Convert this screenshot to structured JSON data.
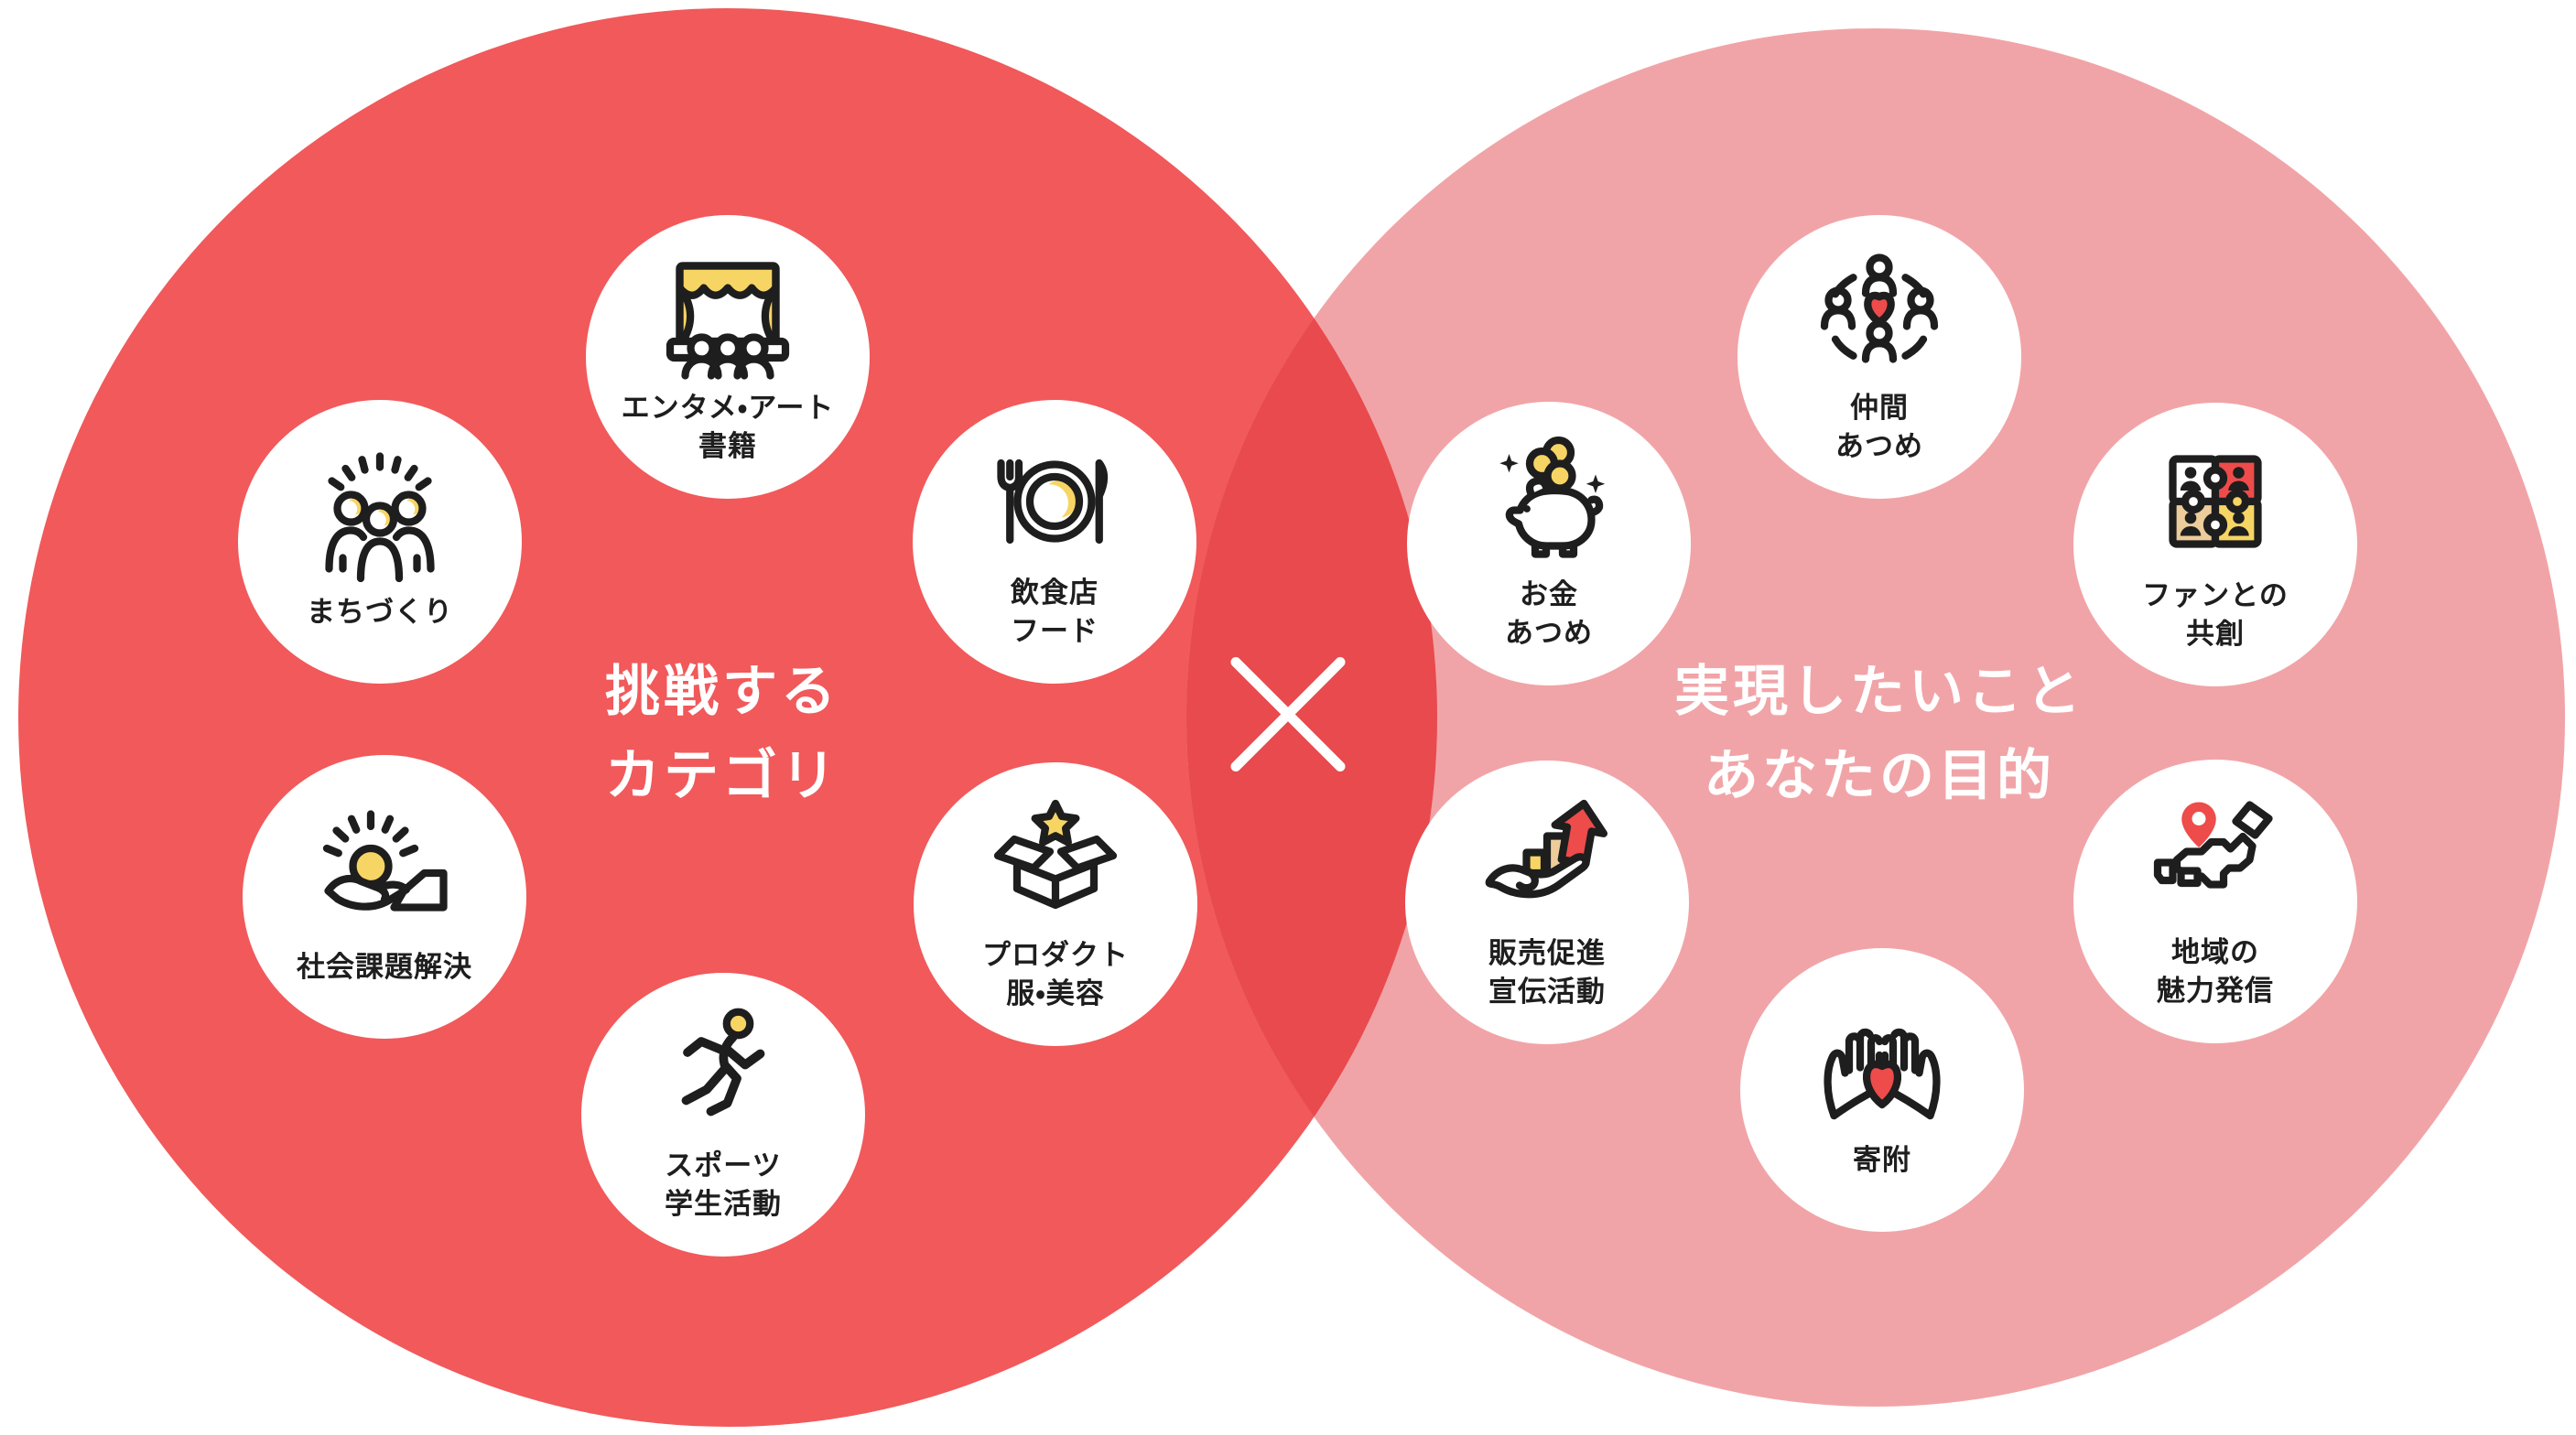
{
  "colors": {
    "left_circle": "#F1595B",
    "right_circle": "#F1A4A7",
    "overlap": "#E84A4E",
    "accent_yellow": "#F7D564",
    "accent_tan": "#EDCC9B",
    "accent_red": "#EE4B4B",
    "icon_stroke": "#1E1E1E",
    "title_text": "#FFFFFF",
    "label_text": "#1E1E1E",
    "background": "#FFFFFF"
  },
  "left_circle": {
    "title": [
      "挑戦する",
      "カテゴリ"
    ],
    "items": [
      {
        "id": "entame",
        "icon": "theater-stage-icon",
        "label": [
          "エンタメ・アート",
          "書籍"
        ]
      },
      {
        "id": "machizukuri",
        "icon": "people-group-icon",
        "label": [
          "まちづくり",
          ""
        ]
      },
      {
        "id": "inshoku",
        "icon": "plate-cutlery-icon",
        "label": [
          "飲食店",
          "フード"
        ]
      },
      {
        "id": "shakai",
        "icon": "hand-sun-icon",
        "label": [
          "社会課題解決",
          ""
        ]
      },
      {
        "id": "product",
        "icon": "open-box-star-icon",
        "label": [
          "プロダクト",
          "服・美容"
        ]
      },
      {
        "id": "sports",
        "icon": "runner-icon",
        "label": [
          "スポーツ",
          "学生活動"
        ]
      }
    ]
  },
  "connector": {
    "symbol": "×"
  },
  "right_circle": {
    "title": [
      "実現したいこと",
      "あなたの目的"
    ],
    "items": [
      {
        "id": "okane",
        "icon": "piggy-bank-icon",
        "label": [
          "お金",
          "あつめ"
        ]
      },
      {
        "id": "nakama",
        "icon": "people-heart-icon",
        "label": [
          "仲間",
          "あつめ"
        ]
      },
      {
        "id": "fan",
        "icon": "puzzle-pieces-icon",
        "label": [
          "ファンとの",
          "共創"
        ]
      },
      {
        "id": "hanbai",
        "icon": "hand-chart-icon",
        "label": [
          "販売促進",
          "宣伝活動"
        ]
      },
      {
        "id": "chiiki",
        "icon": "map-pin-japan-icon",
        "label": [
          "地域の",
          "魅力発信"
        ]
      },
      {
        "id": "kifu",
        "icon": "hands-heart-icon",
        "label": [
          "寄附",
          ""
        ]
      }
    ]
  }
}
